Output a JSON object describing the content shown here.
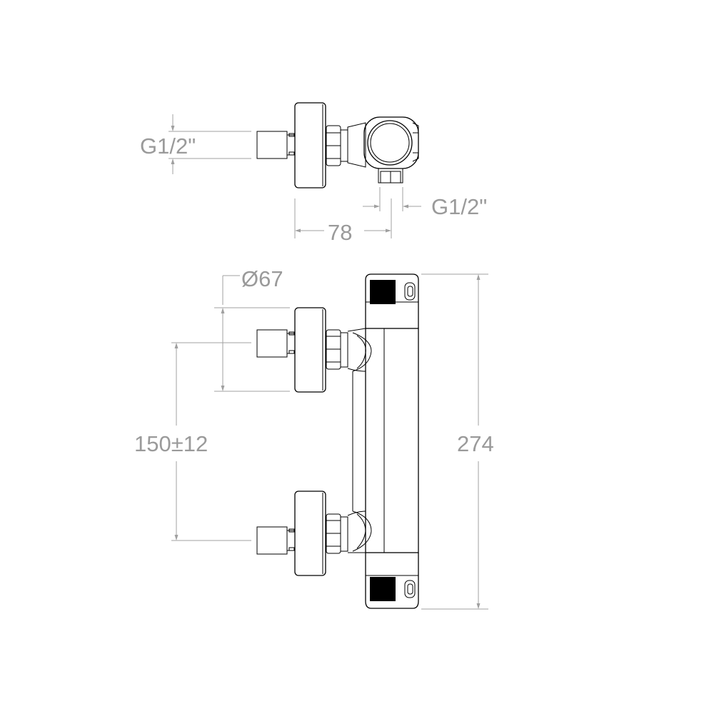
{
  "dimensions": {
    "top_view_inlet_thread": "G1/2\"",
    "top_view_outlet_thread": "G1/2\"",
    "depth": "78",
    "diameter": "Ø67",
    "center_distance": "150±12",
    "height": "274"
  }
}
